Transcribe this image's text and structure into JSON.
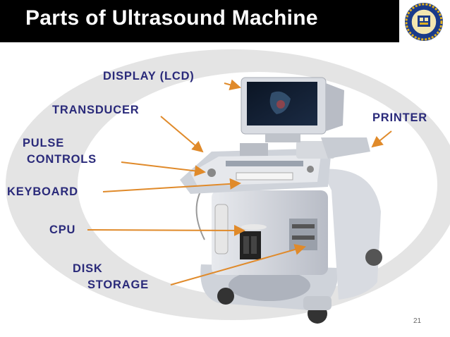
{
  "slide": {
    "title": "Parts of Ultrasound Machine",
    "page_number": "21"
  },
  "colors": {
    "title_bar": "#000000",
    "title_text": "#ffffff",
    "label_text": "#2a2a7a",
    "arrow": "#e08a2a",
    "ellipse": "#dcdcdc"
  },
  "labels": {
    "display": "DISPLAY (LCD)",
    "transducer": "TRANSDUCER",
    "printer": "PRINTER",
    "pulse_controls_line1": "PULSE",
    "pulse_controls_line2": "CONTROLS",
    "keyboard": "KEYBOARD",
    "cpu": "CPU",
    "disk_storage_line1": "DISK",
    "disk_storage_line2": "STORAGE"
  }
}
